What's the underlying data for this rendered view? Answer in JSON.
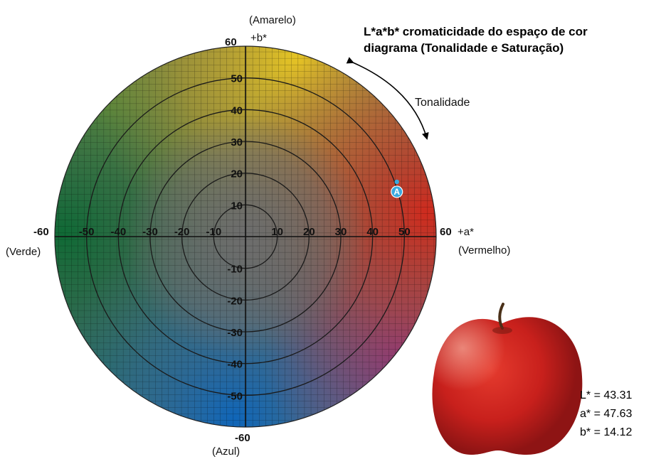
{
  "title_lines": [
    "L*a*b* cromaticidade do espaço de cor",
    "diagrama (Tonalidade e Saturação)"
  ],
  "hue_label": "Tonalidade",
  "axes": {
    "b_plus_name": "(Amarelo)",
    "b_plus_axis": "+b*",
    "b_minus_name": "(Azul)",
    "a_plus_axis": "+a*",
    "a_plus_name": "(Vermelho)",
    "a_minus_name": "(Verde)",
    "b_end_top": "60",
    "b_end_bottom": "-60",
    "a_end_left": "-60",
    "a_end_right": "60",
    "a_ticks": [
      "-50",
      "-40",
      "-30",
      "-20",
      "-10",
      "10",
      "20",
      "30",
      "40",
      "50"
    ],
    "b_ticks": [
      "50",
      "40",
      "30",
      "20",
      "10",
      "-10",
      "-20",
      "-30",
      "-40",
      "-50"
    ]
  },
  "point": {
    "label": "A",
    "a": 47.63,
    "b": 14.12,
    "color": "#3aa9df"
  },
  "apple_values": [
    "L* = 43.31",
    "a* = 47.63",
    "b* = 14.12"
  ],
  "colors": {
    "yellow": "#e2c21e",
    "red": "#c8311f",
    "green": "#1a6e2c",
    "blue": "#1b6fb5",
    "magenta": "#8a2f86",
    "center_gray": "#6f6f6f"
  }
}
